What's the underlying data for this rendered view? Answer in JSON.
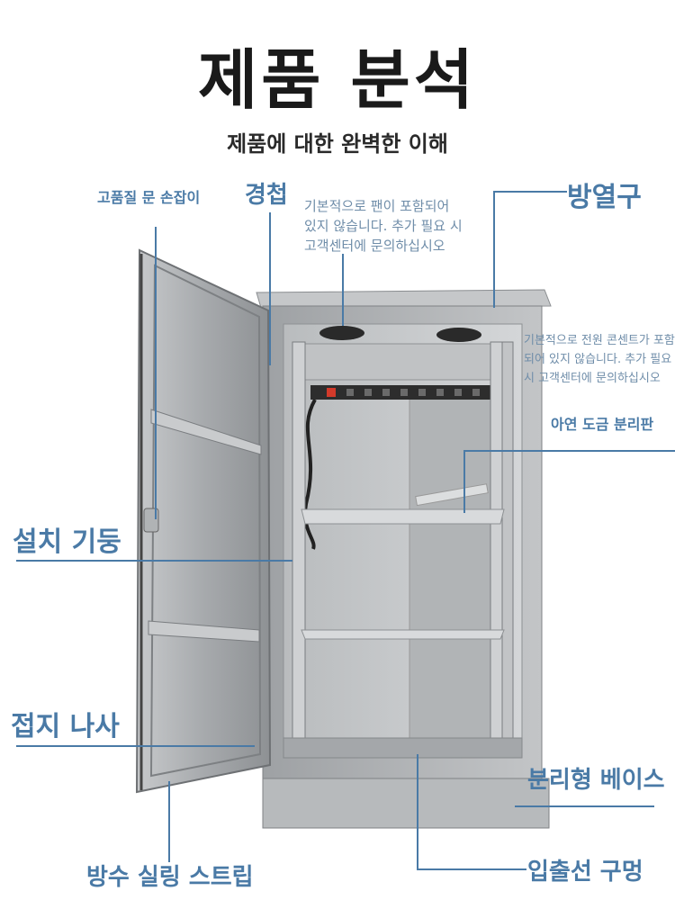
{
  "title": "제품 분석",
  "subtitle": "제품에 대한 완벽한 이해",
  "labels": {
    "handle": "고품질 문 손잡이",
    "hinge": "경첩",
    "vent": "방열구",
    "fan_note": [
      "기본적으로 팬이 포함되어",
      "있지 않습니다. 추가 필요 시",
      "고객센터에 문의하십시오"
    ],
    "power_note": [
      "기본적으로 전원 콘센트가 포함",
      "되어 있지 않습니다. 추가 필요",
      "시 고객센터에 문의하십시오"
    ],
    "partition": "아연 도금 분리판",
    "column": "설치 기둥",
    "ground": "접지 나사",
    "base": "분리형 베이스",
    "cable": "입출선 구멍",
    "seal": "방수 실링 스트립"
  },
  "colors": {
    "label": "#4a7aa6",
    "title": "#1a1a1a",
    "cabinet": "#a9acae"
  }
}
